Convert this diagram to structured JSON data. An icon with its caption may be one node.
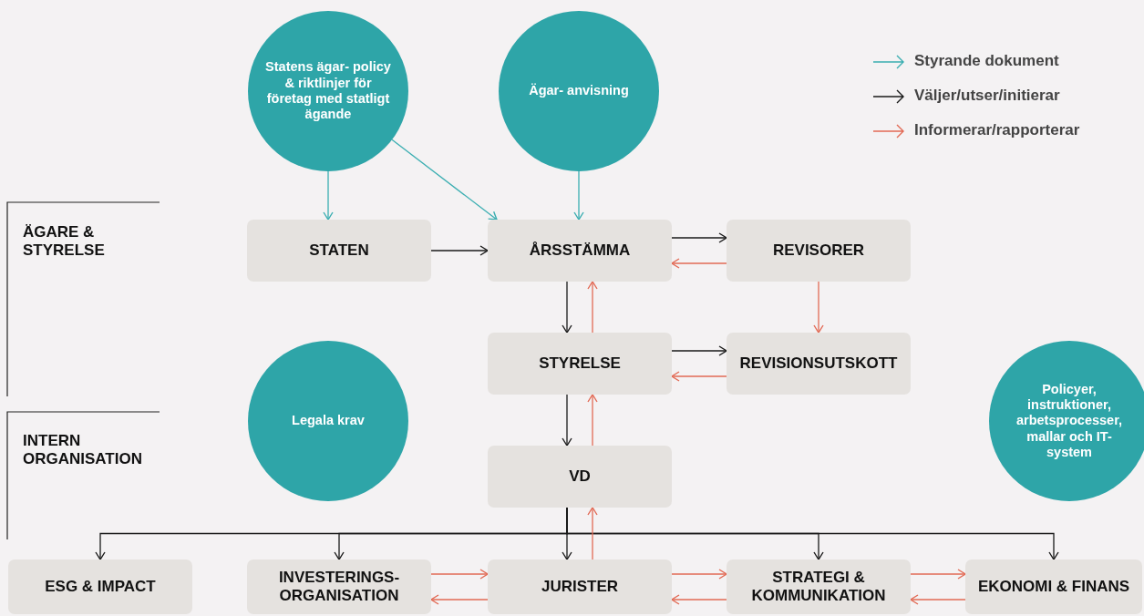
{
  "diagram": {
    "nodes": [
      {
        "text": [
          "Statens ägar- policy & riktlinjer för företag med statligt ägande"
        ]
      },
      {
        "text": [
          "Ägar- anvisning"
        ]
      },
      {
        "text": [
          "STATEN"
        ]
      },
      {
        "text": [
          "ÅRSSTÄMMA"
        ]
      },
      {
        "text": [
          "REVISORER"
        ]
      },
      {
        "text": [
          "STYRELSE"
        ]
      },
      {
        "text": [
          "REVISIONSUTSKOTT"
        ]
      },
      {
        "text": [
          "Legala krav"
        ]
      },
      {
        "text": [
          "VD"
        ]
      },
      {
        "text": [
          "Policyer, instruktioner, arbetsprocesser, mallar och IT-system"
        ]
      },
      {
        "text": [
          "ESG & IMPACT"
        ]
      },
      {
        "text": [
          "INVESTERINGS- ORGANISATION"
        ]
      },
      {
        "text": [
          "JURISTER"
        ]
      },
      {
        "text": [
          "STRATEGI & KOMMUNIKATION"
        ]
      },
      {
        "text": [
          "EKONOMI & FINANS"
        ]
      }
    ],
    "edges": [
      {
        "from": 0,
        "to": 2,
        "arrow": "to",
        "color": "#3aaeb1"
      },
      {
        "from": 0,
        "to": 3,
        "arrow": "to",
        "color": "#3aaeb1"
      },
      {
        "from": 1,
        "to": 3,
        "arrow": "to",
        "color": "#3aaeb1"
      },
      {
        "from": 2,
        "to": 3,
        "arrow": "to",
        "color": "#1a1a1a"
      },
      {
        "from": 3,
        "to": 4,
        "arrow": "to",
        "color": "#1a1a1a"
      },
      {
        "from": 4,
        "to": 3,
        "arrow": "to",
        "color": "#e26a55"
      },
      {
        "from": 3,
        "to": 5,
        "arrow": "to",
        "color": "#1a1a1a"
      },
      {
        "from": 5,
        "to": 3,
        "arrow": "to",
        "color": "#e26a55"
      },
      {
        "from": 4,
        "to": 6,
        "arrow": "to",
        "color": "#e26a55"
      },
      {
        "from": 5,
        "to": 6,
        "arrow": "to",
        "color": "#1a1a1a"
      },
      {
        "from": 6,
        "to": 5,
        "arrow": "to",
        "color": "#e26a55"
      },
      {
        "from": 5,
        "to": 8,
        "arrow": "to",
        "color": "#1a1a1a"
      },
      {
        "from": 8,
        "to": 5,
        "arrow": "to",
        "color": "#e26a55"
      },
      {
        "from": 8,
        "to": 10,
        "arrow": "to",
        "color": "#1a1a1a"
      },
      {
        "from": 8,
        "to": 11,
        "arrow": "to",
        "color": "#1a1a1a"
      },
      {
        "from": 8,
        "to": 12,
        "arrow": "to",
        "color": "#1a1a1a"
      },
      {
        "from": 8,
        "to": 13,
        "arrow": "to",
        "color": "#1a1a1a"
      },
      {
        "from": 8,
        "to": 14,
        "arrow": "to",
        "color": "#1a1a1a"
      },
      {
        "from": 12,
        "to": 8,
        "arrow": "to",
        "color": "#e26a55"
      },
      {
        "from": 11,
        "to": 12,
        "arrow": "to",
        "color": "#e26a55"
      },
      {
        "from": 12,
        "to": 11,
        "arrow": "to",
        "color": "#e26a55"
      },
      {
        "from": 12,
        "to": 13,
        "arrow": "to",
        "color": "#e26a55"
      },
      {
        "from": 13,
        "to": 12,
        "arrow": "to",
        "color": "#e26a55"
      },
      {
        "from": 13,
        "to": 14,
        "arrow": "to",
        "color": "#e26a55"
      },
      {
        "from": 14,
        "to": 13,
        "arrow": "to",
        "color": "#e26a55"
      }
    ],
    "labels": [
      "ÄGARE & STYRELSE",
      "INTERN ORGANISATION"
    ],
    "legend": [
      {
        "text": "Styrande dokument"
      },
      {
        "text": "Väljer/utser/initierar"
      },
      {
        "text": "Informerar/rapporterar"
      }
    ]
  }
}
